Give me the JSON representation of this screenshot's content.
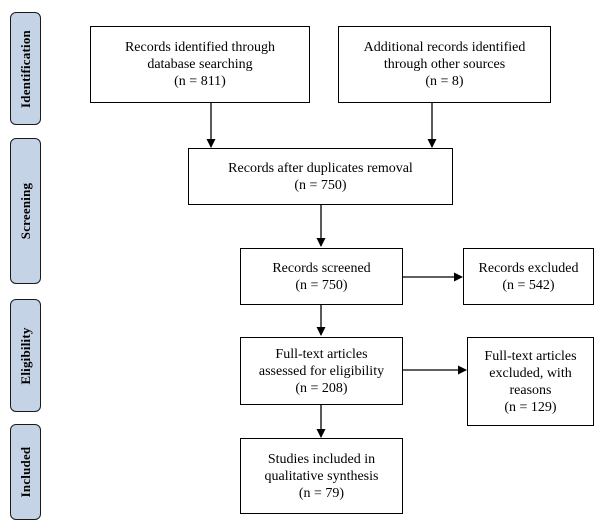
{
  "phases": {
    "identification": "Identification",
    "screening": "Screening",
    "eligibility": "Eligibility",
    "included": "Included"
  },
  "boxes": {
    "database": {
      "line1": "Records identified through",
      "line2": "database searching",
      "count": "(n = 811)"
    },
    "other": {
      "line1": "Additional records identified",
      "line2": "through other sources",
      "count": "(n = 8)"
    },
    "duplicates": {
      "line1": "Records after duplicates removal",
      "count": "(n = 750)"
    },
    "screened": {
      "line1": "Records screened",
      "count": "(n = 750)"
    },
    "excluded": {
      "line1": "Records excluded",
      "count": "(n = 542)"
    },
    "fulltext": {
      "line1": "Full-text articles",
      "line2": "assessed for eligibility",
      "count": "(n = 208)"
    },
    "fulltext_excluded": {
      "line1": "Full-text articles",
      "line2": "excluded, with",
      "line3": "reasons",
      "count": "(n = 129)"
    },
    "included": {
      "line1": "Studies included in",
      "line2": "qualitative synthesis",
      "count": "(n = 79)"
    }
  }
}
